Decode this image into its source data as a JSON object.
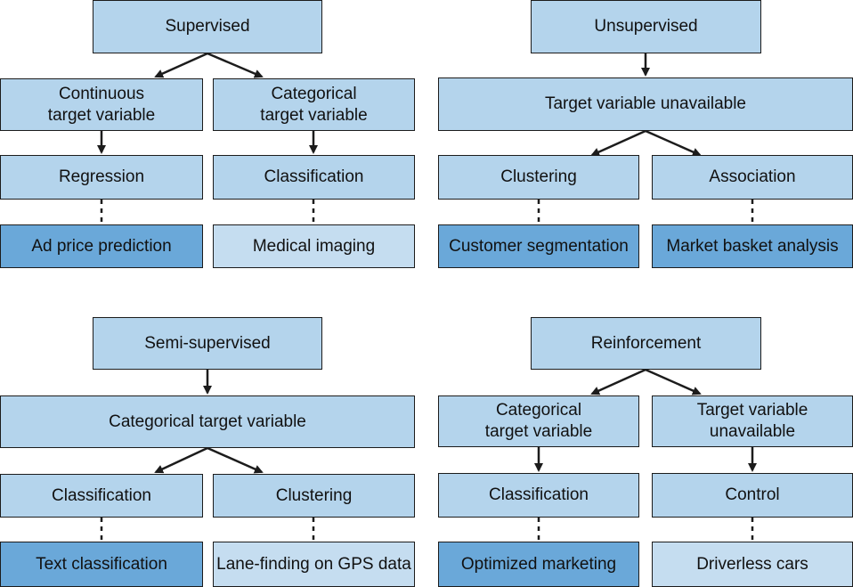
{
  "supervised": {
    "title": "Supervised",
    "left_branch": "Continuous\ntarget variable",
    "right_branch": "Categorical\ntarget variable",
    "left_task": "Regression",
    "right_task": "Classification",
    "left_example": "Ad price prediction",
    "right_example": "Medical imaging"
  },
  "unsupervised": {
    "title": "Unsupervised",
    "target": "Target variable unavailable",
    "left_task": "Clustering",
    "right_task": "Association",
    "left_example": "Customer segmentation",
    "right_example": "Market basket analysis"
  },
  "semi_supervised": {
    "title": "Semi-supervised",
    "target": "Categorical target variable",
    "left_task": "Classification",
    "right_task": "Clustering",
    "left_example": "Text classification",
    "right_example": "Lane-finding on GPS data"
  },
  "reinforcement": {
    "title": "Reinforcement",
    "left_branch": "Categorical\ntarget variable",
    "right_branch": "Target variable\nunavailable",
    "left_task": "Classification",
    "right_task": "Control",
    "left_example": "Optimized marketing",
    "right_example": "Driverless cars"
  },
  "colors": {
    "box": "#b4d4ec",
    "example_dark": "#6aa8d9",
    "example_light": "#c5ddf0",
    "line": "#1c1c1c"
  }
}
